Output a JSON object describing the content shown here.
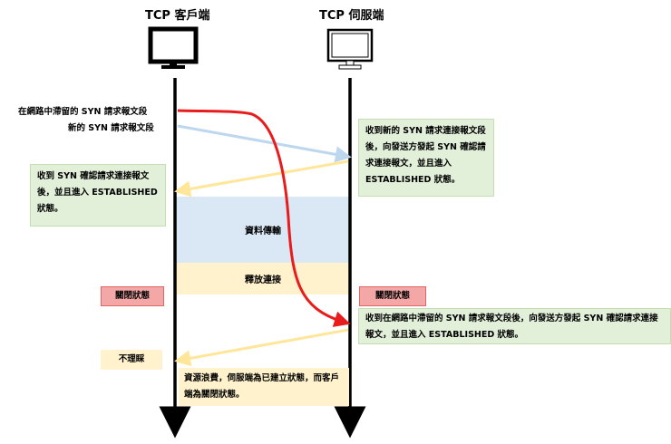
{
  "client": {
    "title": "TCP 客戶端"
  },
  "server": {
    "title": "TCP 伺服端"
  },
  "labels": {
    "stale_syn": "在網路中滯留的 SYN 請求報文段",
    "new_syn": "新的 SYN 請求報文段"
  },
  "notes": {
    "server_receive_new": "收到新的 SYN 請求連接報文段後，向發送方發起 SYN 確認請求連接報文，並且進入 ESTABLISHED 狀態。",
    "client_receive_ack": "收到 SYN 確認請求連接報文後，並且進入 ESTABLISHED 狀態。",
    "data_transfer": "資料傳輸",
    "release": "釋放連接",
    "client_closed": "關閉狀態",
    "server_closed": "關閉狀態",
    "server_receive_stale": "收到在網路中滯留的 SYN 請求報文段後，向發送方發起 SYN 確認請求連接報文，並且進入 ESTABLISHED 狀態。",
    "ignore": "不理睬",
    "waste": "資源浪費，伺服端為已建立狀態，而客戶端為關閉狀態。"
  },
  "colors": {
    "stale_arrow": "#e81c1c",
    "new_arrow": "#bdd7ee",
    "ack_arrow": "#ffe699",
    "timeline": "#000000"
  }
}
